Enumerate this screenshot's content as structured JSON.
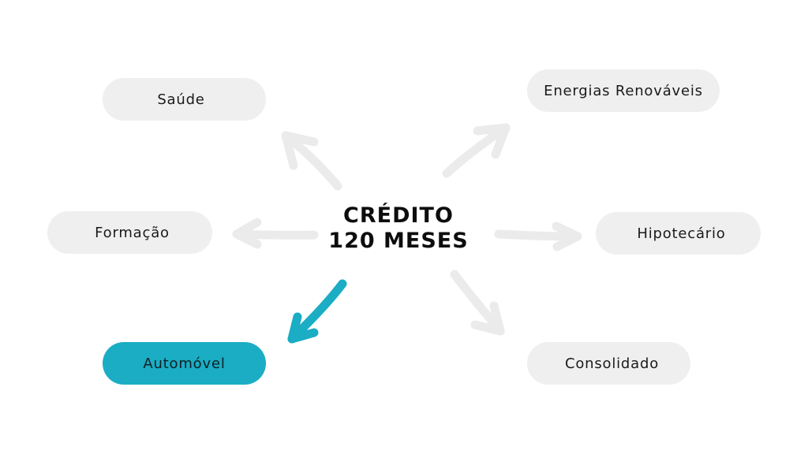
{
  "center": {
    "line1": "CRÉDITO",
    "line2": "120 MESES"
  },
  "options": {
    "saude": "Saúde",
    "energias": "Energias Renováveis",
    "formacao": "Formação",
    "hipotecario": "Hipotecário",
    "automovel": "Automóvel",
    "consolidado": "Consolidado"
  },
  "selected": "automovel",
  "colors": {
    "accent": "#1aadc4",
    "pill": "#efefef",
    "arrow": "#ebebeb",
    "text": "#0d0d0d"
  }
}
